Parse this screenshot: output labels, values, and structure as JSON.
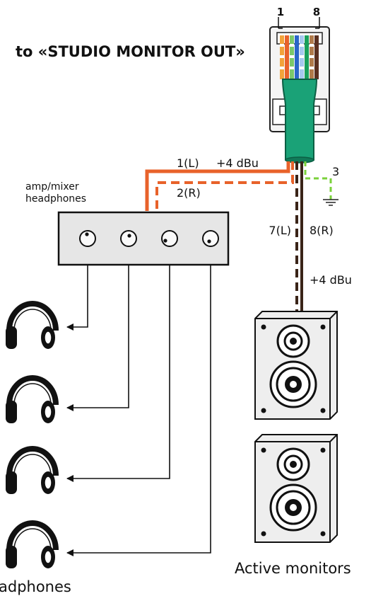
{
  "connector": {
    "destination_label": "to «STUDIO MONITOR OUT»",
    "pin_first": "1",
    "pin_last": "8"
  },
  "signals": {
    "left_headphone_pin": "1(L)",
    "right_headphone_pin": "2(R)",
    "headphone_level": "+4 dBu",
    "ground_pin": "3",
    "monitor_left_pin": "7(L)",
    "monitor_right_pin": "8(R)",
    "monitor_level": "+4 dBu"
  },
  "amp": {
    "label_line1": "amp/mixer",
    "label_line2": "headphones",
    "output_count": 4
  },
  "headphones": {
    "label": "adphones",
    "count": 4
  },
  "monitors": {
    "label": "Active monitors",
    "count": 2
  },
  "colors": {
    "orange": "#e8622a",
    "brown": "#3a2418",
    "green_jacket": "#1aa277",
    "ground_green": "#7ad13a",
    "amp_fill": "#e6e6e6",
    "speaker_fill": "#eeeeee"
  }
}
